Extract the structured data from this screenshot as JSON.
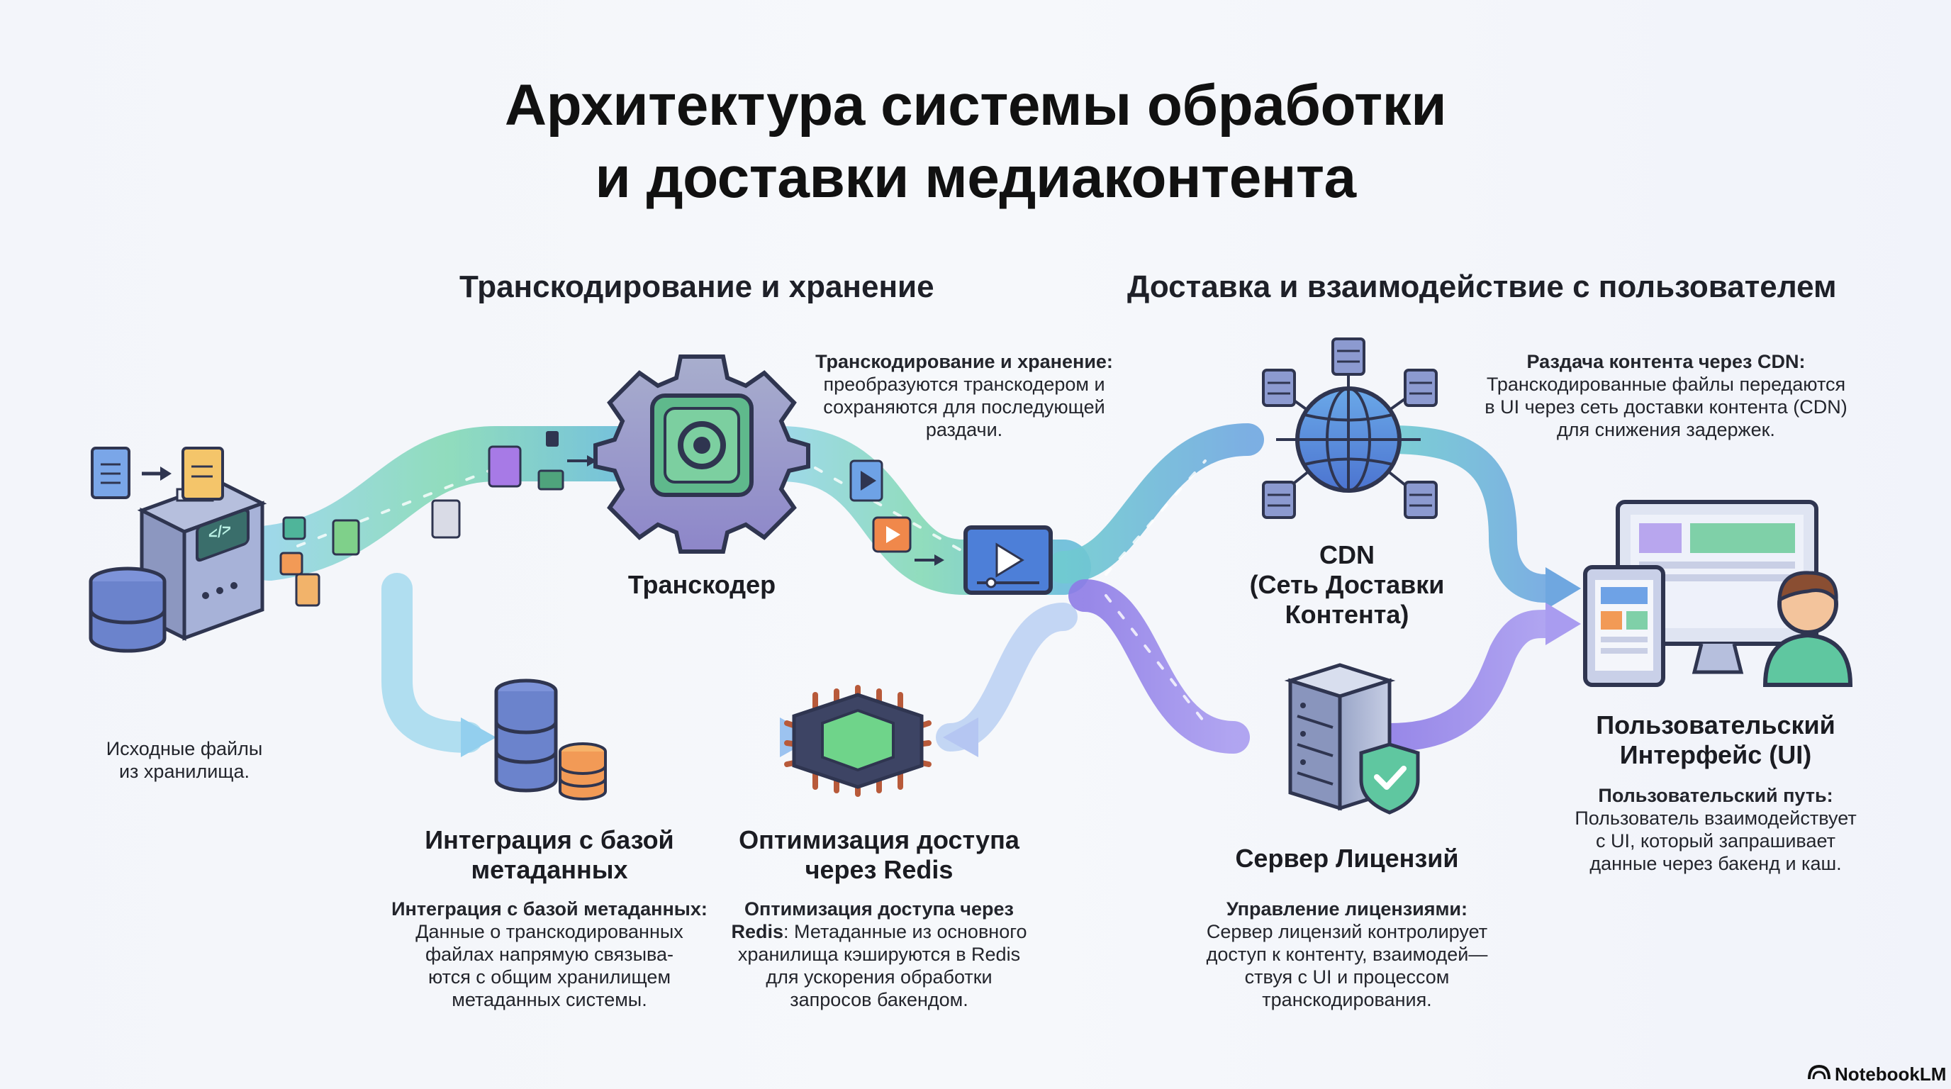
{
  "title": {
    "line1": "Архитектура системы обработки",
    "line2": "и доставки медиаконтента"
  },
  "sections": {
    "left": "Транскодирование и хранение",
    "right": "Доставка и взаимодействие с пользователем"
  },
  "nodes": {
    "source": {
      "desc_line1": "Исходные файлы",
      "desc_line2": "из хранилища."
    },
    "transcoder": {
      "label": "Транскодер",
      "desc_head": "Транскодирование и хранение:",
      "desc_lines": [
        "преобразуются транскодером и",
        "сохраняются для последующей",
        "раздачи."
      ]
    },
    "metadata": {
      "label_line1": "Интеграция с базой",
      "label_line2": "метаданных",
      "desc_head": "Интеграция с базой метаданных:",
      "desc_lines": [
        "Данные о транскодированных",
        "файлах напрямую связыва-",
        "ются с общим хранилищем",
        "метаданных системы."
      ]
    },
    "redis": {
      "label_line1": "Оптимизация доступа",
      "label_line2": "через Redis",
      "desc_head": "Оптимизация доступа через",
      "desc_head2": "Redis",
      "desc_first": ": Метаданные из основного",
      "desc_lines": [
        "хранилища кэшируются в Redis",
        "для ускорения обработки",
        "запросов бакендом."
      ]
    },
    "cdn": {
      "label_line1": "CDN",
      "label_line2": "(Сеть Доставки",
      "label_line3": "Контента)",
      "desc_head": "Раздача контента через CDN:",
      "desc_lines": [
        "Транскодированные файлы передаются",
        "в UI через сеть доставки контента (CDN)",
        "для снижения задержек."
      ]
    },
    "license": {
      "label": "Сервер Лицензий",
      "desc_head": "Управление лицензиями:",
      "desc_lines": [
        "Сервер лицензий контролирует",
        "доступ к контенту, взаимодей—",
        "ствуя с UI и процессом",
        "транскодирования."
      ]
    },
    "ui": {
      "label_line1": "Пользовательский",
      "label_line2": "Интерфейс (UI)",
      "desc_head": "Пользовательский путь:",
      "desc_lines": [
        "Пользователь взаимодействует",
        "с UI, который запрашивает",
        "данные через бакенд и каш."
      ]
    }
  },
  "watermark": "NotebookLM",
  "colors": {
    "teal": "#5cc7c2",
    "green": "#7ed4a6",
    "purple": "#9b84e6",
    "blue": "#5a8fd6",
    "navy": "#2f3550"
  },
  "icons": [
    "source-server-icon",
    "database-icon",
    "document-icon",
    "gear-chip-icon",
    "video-player-icon",
    "globe-network-icon",
    "metadata-database-icon",
    "redis-chip-icon",
    "license-server-icon",
    "shield-check-icon",
    "devices-user-icon",
    "notebooklm-logo-icon"
  ]
}
